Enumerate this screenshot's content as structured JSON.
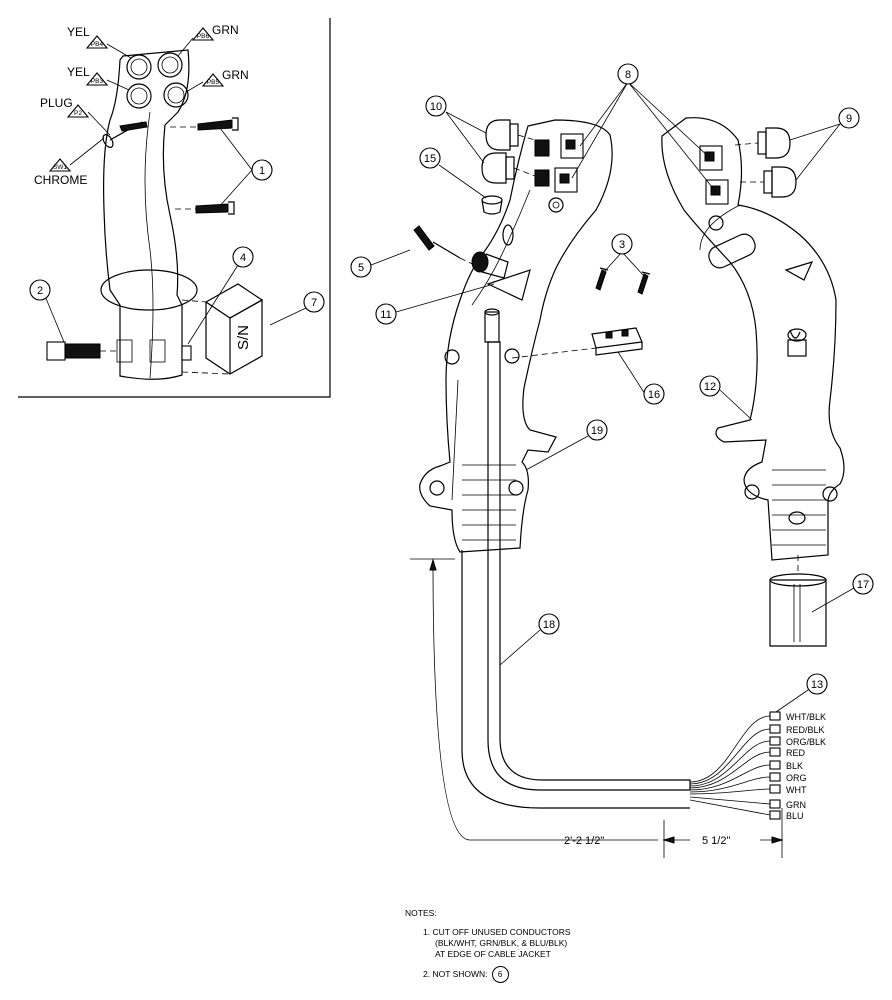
{
  "inset": {
    "labels": {
      "yel_pb4": "YEL",
      "pb4": "PB4",
      "grn_pb6": "GRN",
      "pb6": "PB6",
      "yel_pb3": "YEL",
      "pb3": "PB3",
      "grn_pb5": "GRN",
      "pb5": "PB5",
      "plug": "PLUG",
      "p2": "P2",
      "sw1": "SW1",
      "chrome": "CHROME",
      "sn": "S/N"
    },
    "callouts": [
      "1",
      "2",
      "4",
      "7"
    ]
  },
  "main": {
    "callouts": [
      "8",
      "9",
      "10",
      "15",
      "5",
      "11",
      "3",
      "16",
      "12",
      "19",
      "17",
      "18",
      "13"
    ],
    "wires": [
      "WHT/BLK",
      "RED/BLK",
      "ORG/BLK",
      "RED",
      "BLK",
      "ORG",
      "WHT",
      "GRN",
      "BLU"
    ],
    "dimensions": {
      "cable_length": "2'-2 1/2\"",
      "lead_length": "5 1/2\""
    }
  },
  "notes": {
    "heading": "NOTES:",
    "note1_line1": "1.  CUT OFF UNUSED CONDUCTORS",
    "note1_line2": "(BLK/WHT, GRN/BLK, & BLU/BLK)",
    "note1_line3": "AT EDGE OF CABLE JACKET",
    "note2": "2.   NOT SHOWN:",
    "note2_ref": "6"
  }
}
